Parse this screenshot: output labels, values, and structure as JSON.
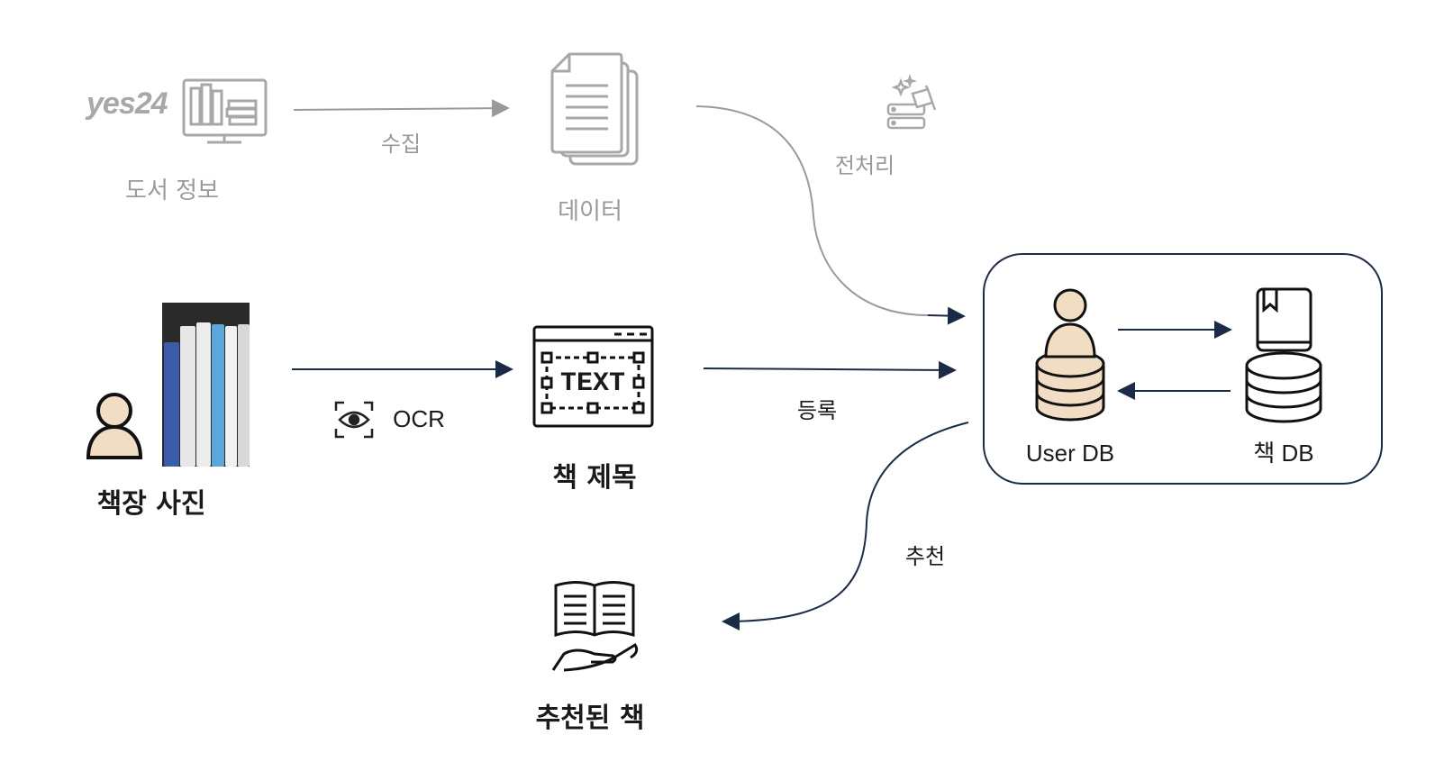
{
  "top_row": {
    "source_logo": "yes24",
    "source_label": "도서 정보",
    "collect_label": "수집",
    "data_label": "데이터",
    "preprocess_label": "전처리"
  },
  "middle_row": {
    "shelf_photo_label": "책장 사진",
    "ocr_label": "OCR",
    "text_icon_word": "TEXT",
    "title_label": "책 제목",
    "register_label": "등록"
  },
  "db_box": {
    "user_db_label": "User DB",
    "book_db_label": "책 DB"
  },
  "bottom_row": {
    "recommend_label": "추천",
    "recommended_book_label": "추천된 책"
  },
  "colors": {
    "navy": "#1c2b45",
    "gray": "#9a9a9a",
    "skin": "#f1dcc4"
  }
}
